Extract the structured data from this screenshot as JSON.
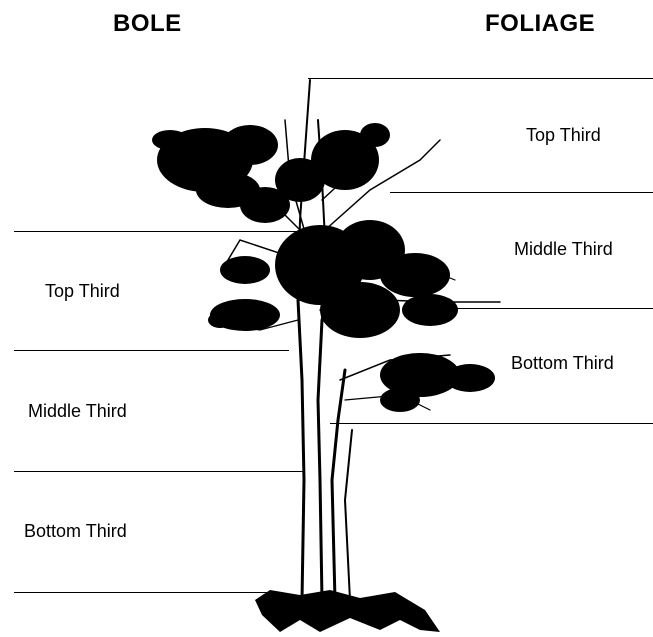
{
  "headings": {
    "bole": "BOLE",
    "foliage": "FOLIAGE"
  },
  "bole_labels": {
    "top": "Top Third",
    "middle": "Middle Third",
    "bottom": "Bottom Third"
  },
  "foliage_labels": {
    "top": "Top Third",
    "middle": "Middle Third",
    "bottom": "Bottom Third"
  },
  "colors": {
    "ink": "#000000",
    "background": "#ffffff"
  }
}
